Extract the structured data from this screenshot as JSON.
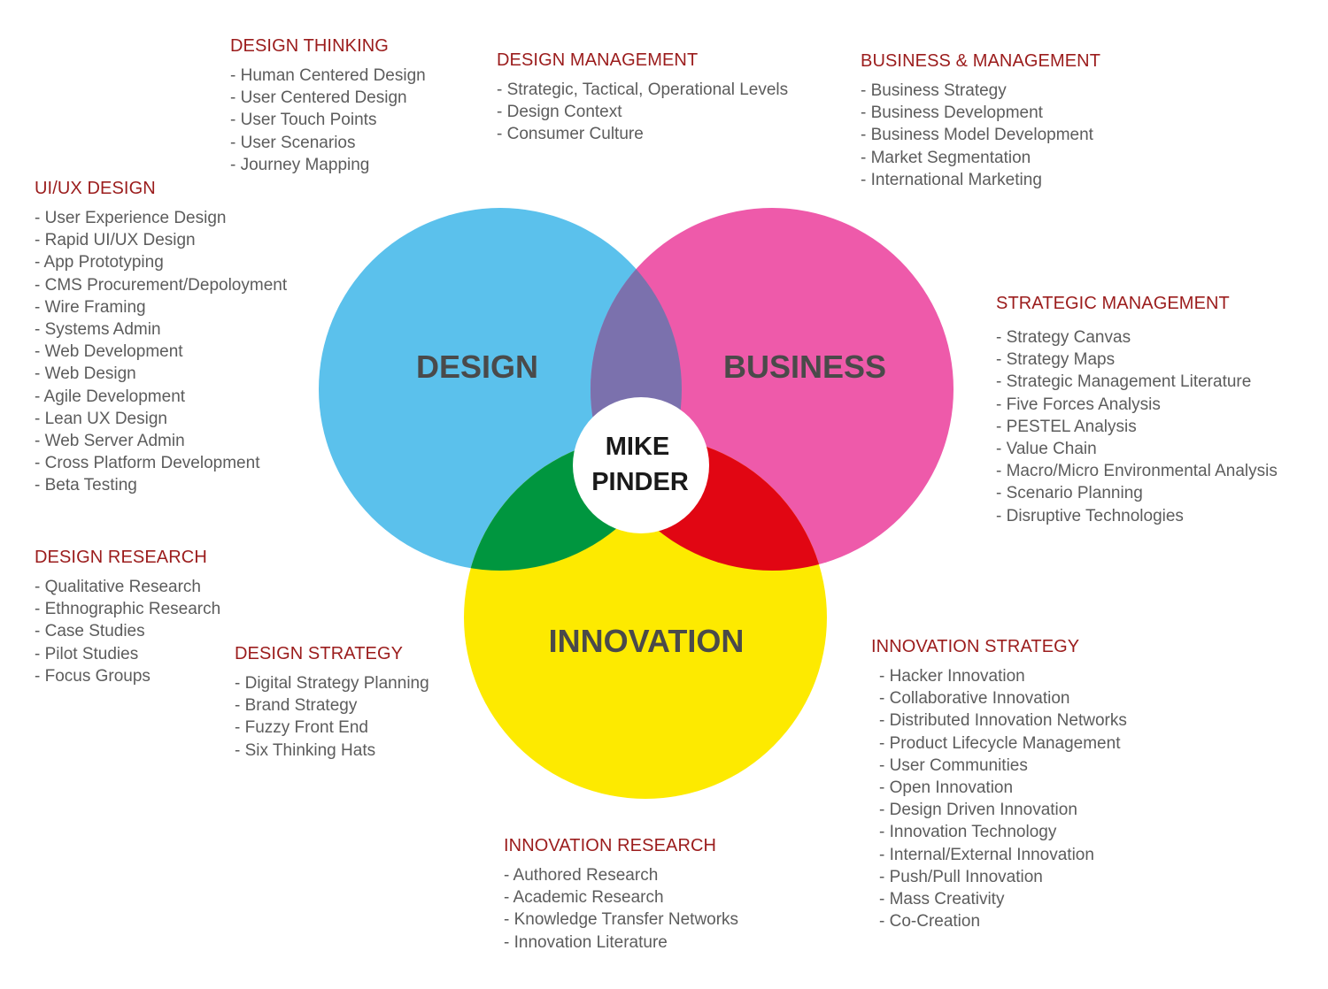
{
  "colors": {
    "design": "#5bc1ec",
    "business": "#ee5aaa",
    "innovation": "#fdea00",
    "design_business": "#7b71ad",
    "design_innovation": "#00963f",
    "business_innovation": "#e10613",
    "center": "#ffffff",
    "heading": "#9b1c1c",
    "item": "#5c5c5c",
    "circle_label": "#4a4a4a"
  },
  "venn": {
    "design_label": "DESIGN",
    "business_label": "BUSINESS",
    "innovation_label": "INNOVATION",
    "center_line1": "MIKE",
    "center_line2": "PINDER"
  },
  "blocks": [
    {
      "key": "design-thinking",
      "heading": "DESIGN THINKING",
      "items": [
        "- Human Centered Design",
        "- User Centered Design",
        "- User Touch Points",
        "- User Scenarios",
        "- Journey Mapping"
      ]
    },
    {
      "key": "design-management",
      "heading": "DESIGN MANAGEMENT",
      "items": [
        "- Strategic, Tactical, Operational Levels",
        "- Design Context",
        "- Consumer Culture"
      ]
    },
    {
      "key": "business-management",
      "heading": "BUSINESS & MANAGEMENT",
      "items": [
        "- Business Strategy",
        "- Business Development",
        "- Business Model Development",
        "- Market Segmentation",
        "- International Marketing"
      ]
    },
    {
      "key": "ui-ux-design",
      "heading": "UI/UX DESIGN",
      "items": [
        "- User Experience Design",
        "- Rapid UI/UX Design",
        "- App Prototyping",
        "- CMS Procurement/Depoloyment",
        "- Wire Framing",
        "- Systems Admin",
        "- Web Development",
        "- Web Design",
        "- Agile Development",
        "- Lean UX Design",
        "- Web Server Admin",
        "- Cross Platform Development",
        "- Beta Testing"
      ]
    },
    {
      "key": "strategic-management",
      "heading": "STRATEGIC MANAGEMENT",
      "items": [
        "- Strategy Canvas",
        "- Strategy Maps",
        "- Strategic Management Literature",
        "- Five Forces Analysis",
        "- PESTEL Analysis",
        "- Value Chain",
        "- Macro/Micro Environmental Analysis",
        "- Scenario Planning",
        "- Disruptive Technologies"
      ]
    },
    {
      "key": "design-research",
      "heading": "DESIGN RESEARCH",
      "items": [
        "- Qualitative Research",
        "- Ethnographic Research",
        "- Case Studies",
        "- Pilot Studies",
        "- Focus Groups"
      ]
    },
    {
      "key": "design-strategy",
      "heading": "DESIGN STRATEGY",
      "items": [
        "- Digital Strategy Planning",
        "- Brand Strategy",
        "- Fuzzy Front End",
        "- Six Thinking Hats"
      ]
    },
    {
      "key": "innovation-strategy",
      "heading": "INNOVATION STRATEGY",
      "items": [
        "- Hacker Innovation",
        "- Collaborative Innovation",
        "- Distributed Innovation Networks",
        "- Product Lifecycle Management",
        "- User Communities",
        "- Open Innovation",
        "- Design Driven Innovation",
        "- Innovation Technology",
        "- Internal/External Innovation",
        "- Push/Pull Innovation",
        "- Mass Creativity",
        "- Co-Creation"
      ]
    },
    {
      "key": "innovation-research",
      "heading": "INNOVATION RESEARCH",
      "items": [
        "- Authored Research",
        "- Academic Research",
        "- Knowledge Transfer Networks",
        "- Innovation Literature"
      ]
    }
  ]
}
